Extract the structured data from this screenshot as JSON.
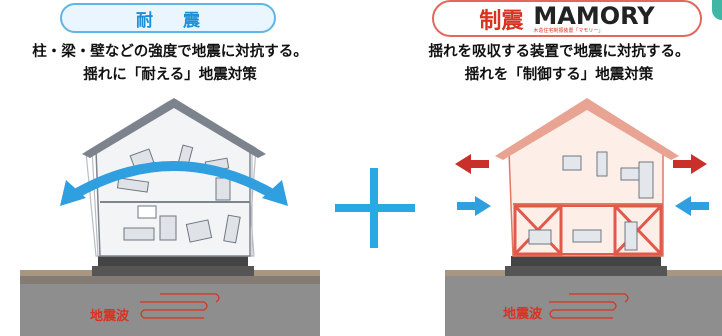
{
  "left": {
    "title": "耐 震",
    "desc_line1": "柱・梁・壁などの強度で地震に対抗する。",
    "desc_line2": "揺れに「耐える」地震対策",
    "wave_label": "地震波"
  },
  "right": {
    "title_prefix": "制震",
    "brand": "MAMORY",
    "brand_tag": "木造住宅制振装置「マモリー」",
    "desc_line1": "揺れを吸収する装置で地震に対抗する。",
    "desc_line2": "揺れを「制御する」地震対策",
    "wave_label": "地震波"
  },
  "colors": {
    "blue": "#1d8fd8",
    "red": "#d83322",
    "ground": "#8d8d8d"
  }
}
